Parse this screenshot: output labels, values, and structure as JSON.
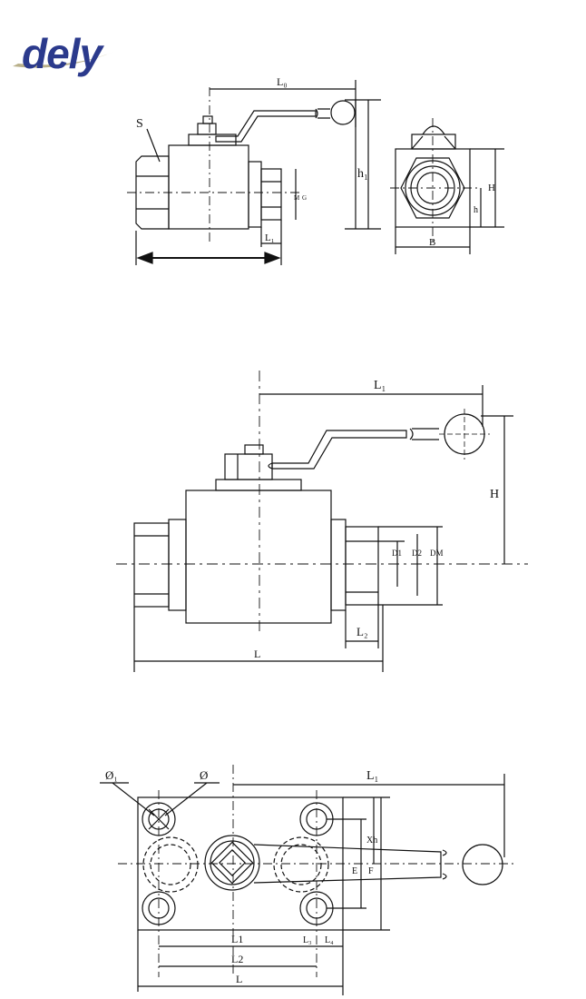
{
  "brand": {
    "name": "dely",
    "text_color": "#2b3a8c",
    "swoosh_color": "#b9b08a"
  },
  "view1": {
    "labels": {
      "L0": "L₀",
      "S": "S",
      "h1": "h₁",
      "L1": "L₁",
      "M": "M",
      "G": "G",
      "H": "H",
      "h": "h",
      "B": "B"
    }
  },
  "view2": {
    "labels": {
      "L1": "L₁",
      "H": "H",
      "D1": "D1",
      "D2": "D2",
      "DM": "DM",
      "L2": "L₂",
      "L": "L"
    }
  },
  "view3": {
    "labels": {
      "phi1": "Ø₁",
      "phi": "Ø",
      "L1top": "L₁",
      "Xh": "Xh",
      "E": "E",
      "F": "F",
      "L1": "L1",
      "L3": "L₃",
      "L4": "L₄",
      "L2": "L2",
      "L": "L"
    }
  },
  "colors": {
    "line": "#111111",
    "background": "#ffffff"
  }
}
